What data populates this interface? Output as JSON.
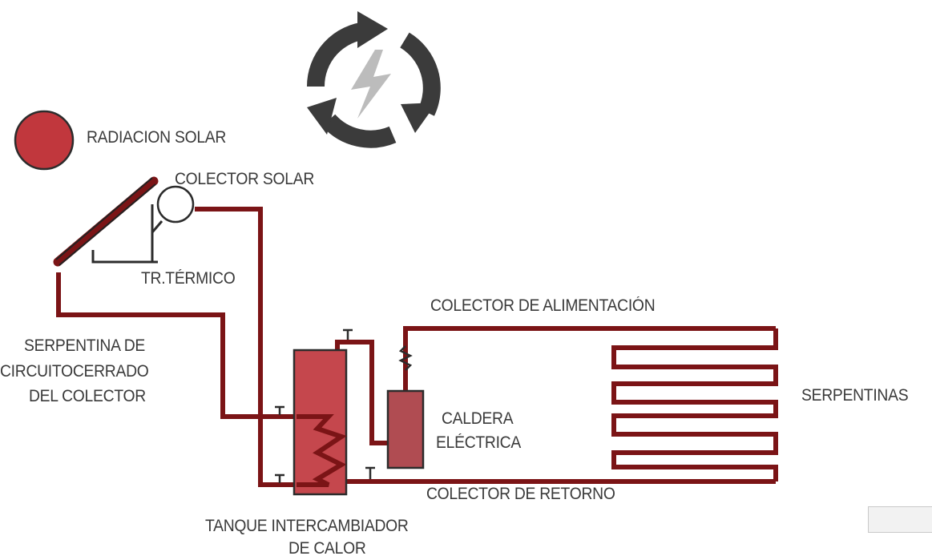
{
  "labels": {
    "radiacion_solar": "RADIACION SOLAR",
    "colector_solar": "COLECTOR SOLAR",
    "tr_termico": "TR.TÉRMICO",
    "serpentina_line1": "SERPENTINA DE",
    "serpentina_line2": "CIRCUITOCERRADO",
    "serpentina_line3": "DEL COLECTOR",
    "colector_alimentacion": "COLECTOR DE ALIMENTACIÓN",
    "caldera_line1": "CALDERA",
    "caldera_line2": "ELÉCTRICA",
    "serpentinas": "SERPENTINAS",
    "colector_retorno": "COLECTOR DE RETORNO",
    "tanque_line1": "TANQUE INTERCAMBIADOR",
    "tanque_line2": "DE CALOR"
  },
  "icons": {
    "energy_cycle": "recycle-arrows-lightning-icon",
    "sun": "sun-circle-icon"
  },
  "colors": {
    "pipe": "#7b1416",
    "tank_fill": "#c5474d",
    "boiler_fill": "#b04c52",
    "sun_fill": "#c1373d",
    "arrows": "#3b3b3b",
    "bolt": "#b9b9b9",
    "text": "#3a3a3a"
  }
}
